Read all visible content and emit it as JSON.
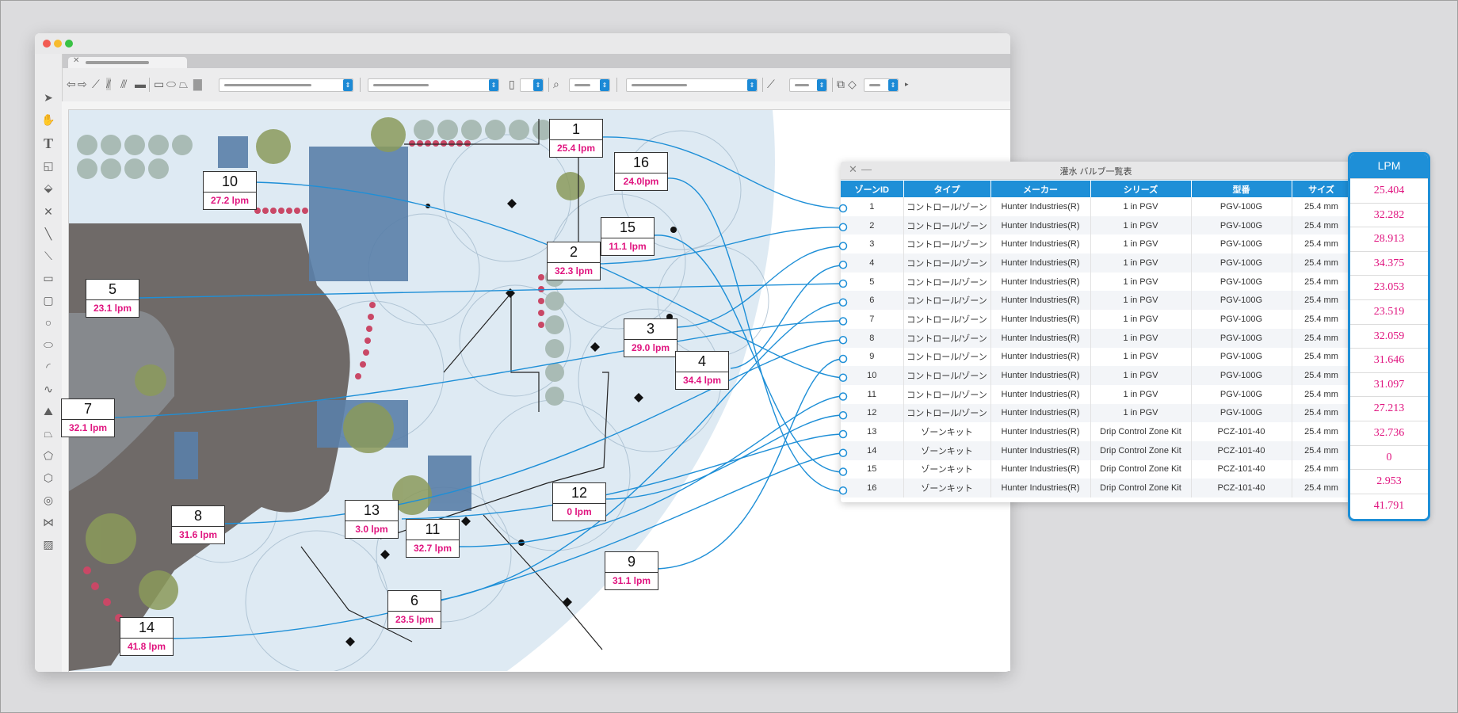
{
  "window": {
    "title": "",
    "accent_color": "#1e8fd7",
    "traffic_lights": [
      "#f25b52",
      "#f7bb2e",
      "#39c244"
    ],
    "toolbar_icons": [
      "back-arrow-icon",
      "forward-arrow-icon",
      "pen-icon",
      "wall-icon",
      "multi-wall-icon",
      "fill-swatch-icon",
      "rectangle-icon",
      "ellipse-icon",
      "polygon-icon",
      "page-icon",
      "zoom-icon",
      "angle-icon",
      "layers-icon",
      "visibility-icon"
    ],
    "tool_icons": [
      "pointer-icon",
      "hand-icon",
      "text-icon",
      "callout-icon",
      "3d-tool-icon",
      "x-tool-icon",
      "line-icon",
      "double-line-icon",
      "rectangle-icon",
      "rounded-rectangle-icon",
      "circle-icon",
      "oval-icon",
      "arc-icon",
      "freehand-icon",
      "landscape-icon",
      "roof-icon",
      "polygon-icon",
      "hexagon-icon",
      "target-icon",
      "mirror-icon",
      "hatch-icon"
    ]
  },
  "callouts": [
    {
      "id": "1",
      "flow": "25.4 lpm"
    },
    {
      "id": "2",
      "flow": "32.3 lpm"
    },
    {
      "id": "3",
      "flow": "29.0 lpm"
    },
    {
      "id": "4",
      "flow": "34.4 lpm"
    },
    {
      "id": "5",
      "flow": "23.1 lpm"
    },
    {
      "id": "6",
      "flow": "23.5 lpm"
    },
    {
      "id": "7",
      "flow": "32.1 lpm"
    },
    {
      "id": "8",
      "flow": "31.6 lpm"
    },
    {
      "id": "9",
      "flow": "31.1 lpm"
    },
    {
      "id": "10",
      "flow": "27.2 lpm"
    },
    {
      "id": "11",
      "flow": "32.7 lpm"
    },
    {
      "id": "12",
      "flow": "0 lpm"
    },
    {
      "id": "13",
      "flow": "3.0 lpm"
    },
    {
      "id": "14",
      "flow": "41.8 lpm"
    },
    {
      "id": "15",
      "flow": "11.1 lpm"
    },
    {
      "id": "16",
      "flow": "24.0lpm"
    }
  ],
  "valve_panel": {
    "title": "灌水 バルブ一覧表",
    "close_glyph": "✕",
    "minimize_glyph": "—",
    "columns": [
      "ゾーンID",
      "タイプ",
      "メーカー",
      "シリーズ",
      "型番",
      "サイズ"
    ],
    "rows": [
      [
        "1",
        "コントロール/ゾーン",
        "Hunter Industries(R)",
        "1 in PGV",
        "PGV-100G",
        "25.4 mm"
      ],
      [
        "2",
        "コントロール/ゾーン",
        "Hunter Industries(R)",
        "1 in PGV",
        "PGV-100G",
        "25.4 mm"
      ],
      [
        "3",
        "コントロール/ゾーン",
        "Hunter Industries(R)",
        "1 in PGV",
        "PGV-100G",
        "25.4 mm"
      ],
      [
        "4",
        "コントロール/ゾーン",
        "Hunter Industries(R)",
        "1 in PGV",
        "PGV-100G",
        "25.4 mm"
      ],
      [
        "5",
        "コントロール/ゾーン",
        "Hunter Industries(R)",
        "1 in PGV",
        "PGV-100G",
        "25.4 mm"
      ],
      [
        "6",
        "コントロール/ゾーン",
        "Hunter Industries(R)",
        "1 in PGV",
        "PGV-100G",
        "25.4 mm"
      ],
      [
        "7",
        "コントロール/ゾーン",
        "Hunter Industries(R)",
        "1 in PGV",
        "PGV-100G",
        "25.4 mm"
      ],
      [
        "8",
        "コントロール/ゾーン",
        "Hunter Industries(R)",
        "1 in PGV",
        "PGV-100G",
        "25.4 mm"
      ],
      [
        "9",
        "コントロール/ゾーン",
        "Hunter Industries(R)",
        "1 in PGV",
        "PGV-100G",
        "25.4 mm"
      ],
      [
        "10",
        "コントロール/ゾーン",
        "Hunter Industries(R)",
        "1 in PGV",
        "PGV-100G",
        "25.4 mm"
      ],
      [
        "11",
        "コントロール/ゾーン",
        "Hunter Industries(R)",
        "1 in PGV",
        "PGV-100G",
        "25.4 mm"
      ],
      [
        "12",
        "コントロール/ゾーン",
        "Hunter Industries(R)",
        "1 in PGV",
        "PGV-100G",
        "25.4 mm"
      ],
      [
        "13",
        "ゾーンキット",
        "Hunter Industries(R)",
        "Drip Control Zone Kit",
        "PCZ-101-40",
        "25.4 mm"
      ],
      [
        "14",
        "ゾーンキット",
        "Hunter Industries(R)",
        "Drip Control Zone Kit",
        "PCZ-101-40",
        "25.4 mm"
      ],
      [
        "15",
        "ゾーンキット",
        "Hunter Industries(R)",
        "Drip Control Zone Kit",
        "PCZ-101-40",
        "25.4 mm"
      ],
      [
        "16",
        "ゾーンキット",
        "Hunter Industries(R)",
        "Drip Control Zone Kit",
        "PCZ-101-40",
        "25.4 mm"
      ]
    ]
  },
  "lpm_panel": {
    "header": "LPM",
    "values": [
      "25.404",
      "32.282",
      "28.913",
      "34.375",
      "23.053",
      "23.519",
      "32.059",
      "31.646",
      "31.097",
      "27.213",
      "32.736",
      "0",
      "2.953",
      "41.791"
    ]
  }
}
